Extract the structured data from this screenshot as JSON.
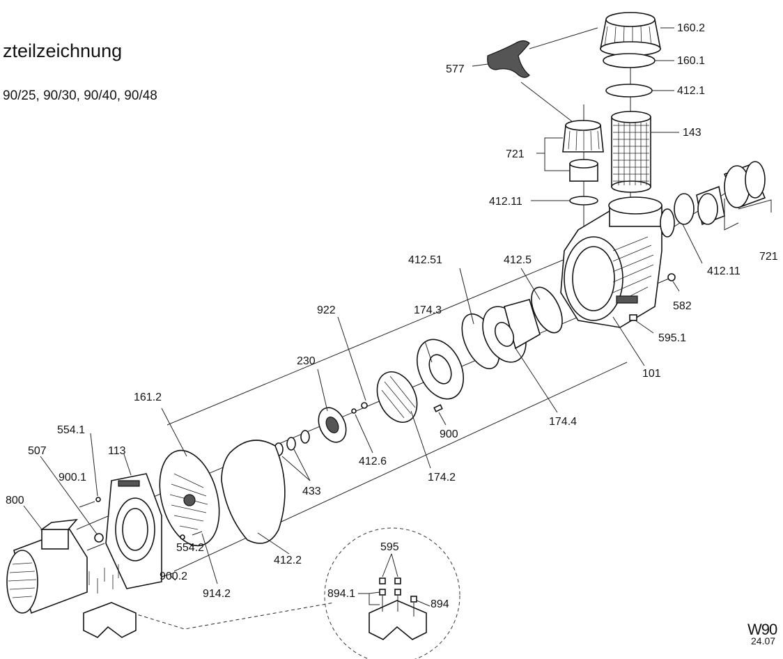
{
  "header": {
    "title": "zteilzeichnung",
    "subtitle": "90/25, 90/30, 90/40, 90/48"
  },
  "footer": {
    "doc_id": "W90",
    "date": "24.07"
  },
  "labels": {
    "p160_2": "160.2",
    "p160_1": "160.1",
    "p412_1": "412.1",
    "p143": "143",
    "p577": "577",
    "p721_left": "721",
    "p412_11_left": "412.11",
    "p721_right": "721",
    "p412_11_right": "412.11",
    "p412_51": "412.51",
    "p412_5": "412.5",
    "p582": "582",
    "p595_1": "595.1",
    "p101": "101",
    "p922": "922",
    "p174_3": "174.3",
    "p174_4": "174.4",
    "p230": "230",
    "p900": "900",
    "p161_2": "161.2",
    "p412_6": "412.6",
    "p174_2": "174.2",
    "p554_1": "554.1",
    "p507": "507",
    "p113": "113",
    "p433": "433",
    "p900_1": "900.1",
    "p800": "800",
    "p554_2": "554.2",
    "p900_2": "900.2",
    "p914_2": "914.2",
    "p412_2": "412.2",
    "p595": "595",
    "p894_1": "894.1",
    "p894": "894"
  }
}
